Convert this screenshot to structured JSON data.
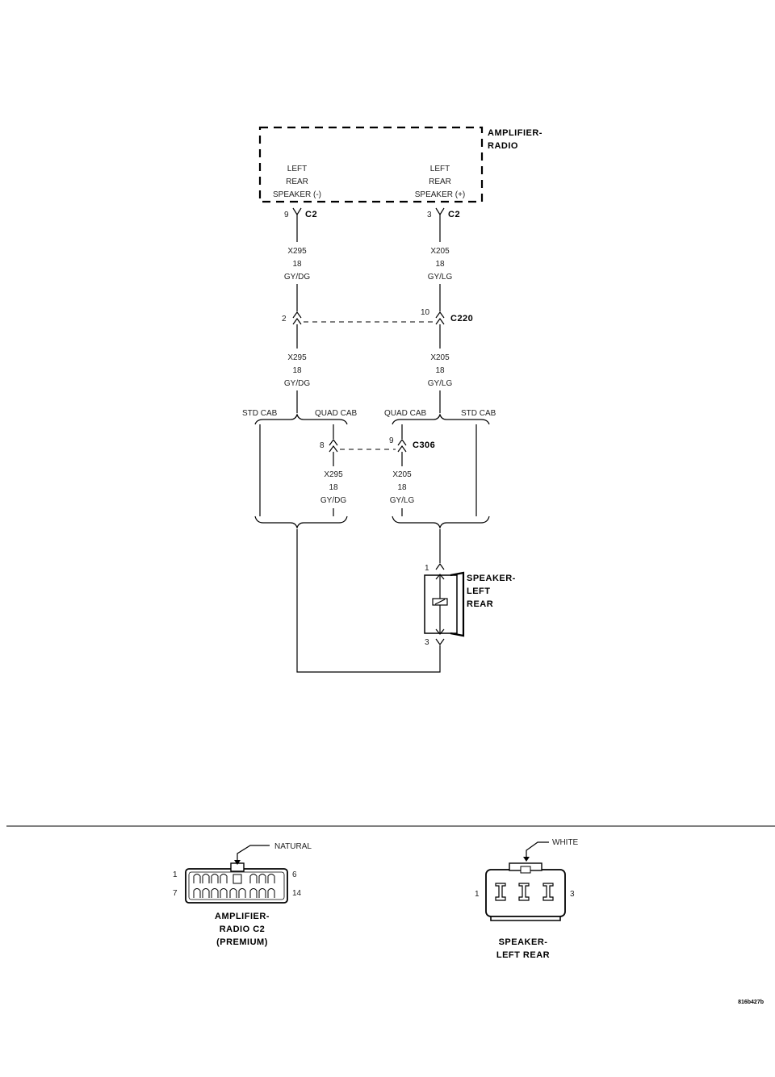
{
  "amplifier": {
    "title_line1": "AMPLIFIER-",
    "title_line2": "RADIO",
    "left_pin_label": [
      "LEFT",
      "REAR",
      "SPEAKER (-)"
    ],
    "right_pin_label": [
      "LEFT",
      "REAR",
      "SPEAKER (+)"
    ]
  },
  "connectors": {
    "c2_name": "C2",
    "c2_left_pin": "9",
    "c2_right_pin": "3",
    "c220_name": "C220",
    "c220_left_pin": "2",
    "c220_right_pin": "10",
    "c306_name": "C306",
    "c306_left_pin": "8",
    "c306_right_pin": "9"
  },
  "wires": {
    "left_upper": [
      "X295",
      "18",
      "GY/DG"
    ],
    "right_upper": [
      "X205",
      "18",
      "GY/LG"
    ],
    "left_mid": [
      "X295",
      "18",
      "GY/DG"
    ],
    "right_mid": [
      "X205",
      "18",
      "GY/LG"
    ],
    "left_low": [
      "X295",
      "18",
      "GY/DG"
    ],
    "right_low": [
      "X205",
      "18",
      "GY/LG"
    ]
  },
  "branches": {
    "left_std": "STD CAB",
    "left_quad": "QUAD CAB",
    "right_quad": "QUAD CAB",
    "right_std": "STD CAB"
  },
  "speaker": {
    "title": [
      "SPEAKER-",
      "LEFT",
      "REAR"
    ],
    "pin_top": "1",
    "pin_bottom": "3"
  },
  "connector_views": {
    "amp_c2": {
      "callout": "NATURAL",
      "pin_1": "1",
      "pin_6": "6",
      "pin_7": "7",
      "pin_14": "14",
      "caption": [
        "AMPLIFIER-",
        "RADIO C2",
        "(PREMIUM)"
      ]
    },
    "speaker": {
      "callout": "WHITE",
      "pin_1": "1",
      "pin_3": "3",
      "caption": [
        "SPEAKER-",
        "LEFT REAR"
      ]
    }
  },
  "figure_id": "816b427b"
}
